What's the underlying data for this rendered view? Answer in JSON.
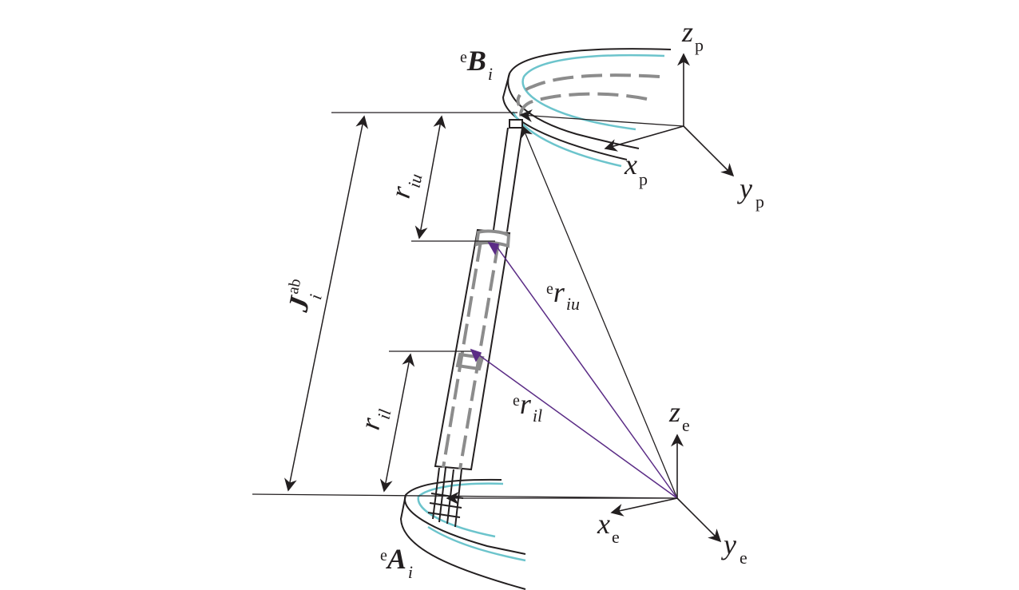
{
  "colors": {
    "ink": "#231f20",
    "platform_cyan": "#6cc4cc",
    "joint_gray": "#8c8c8c",
    "vector_purple": "#5b2c86"
  },
  "labels": {
    "point_b": {
      "sup": "e",
      "main": "B",
      "sub": "i"
    },
    "point_a": {
      "sup": "e",
      "main": "A",
      "sub": "i"
    },
    "zp": {
      "main": "z",
      "sub": "p"
    },
    "xp": {
      "main": "x",
      "sub": "p"
    },
    "yp": {
      "main": "y",
      "sub": "p"
    },
    "ze": {
      "main": "z",
      "sub": "e"
    },
    "xe": {
      "main": "x",
      "sub": "e"
    },
    "ye": {
      "main": "y",
      "sub": "e"
    },
    "r_iu": {
      "main": "r",
      "sub": "iu"
    },
    "r_il": {
      "main": "r",
      "sub": "il"
    },
    "j_ab": {
      "main": "J",
      "sup": "ab",
      "sub": "i"
    },
    "e_r_iu": {
      "sup": "e",
      "main": "r",
      "sub": "iu"
    },
    "e_r_il": {
      "sup": "e",
      "main": "r",
      "sub": "il"
    }
  }
}
